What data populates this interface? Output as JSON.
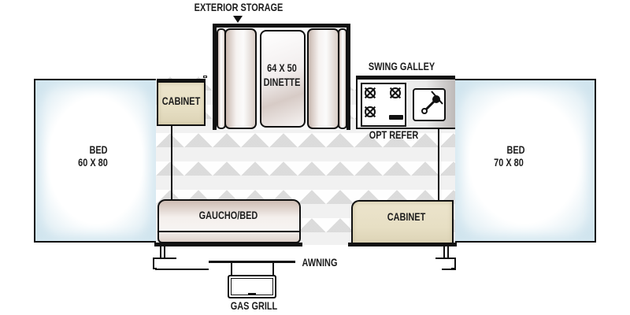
{
  "floorplan": {
    "title": "Pop-up camper floor plan",
    "colors": {
      "bed_fill": "#bcd8e6",
      "cabinet_fill": "#e7dfc4",
      "cushion_fill": "#c9b8b0",
      "wall": "#111111",
      "floor": "#f1f1f1"
    },
    "labels": {
      "exterior_storage": "EXTERIOR STORAGE",
      "dinette_size": "64 X 50",
      "dinette": "DINETTE",
      "swing_galley": "SWING GALLEY",
      "opt_refer": "OPT REFER",
      "cabinet_top": "CABINET",
      "cabinet_bottom": "CABINET",
      "bed_left_title": "BED",
      "bed_left_size": "60 X 80",
      "bed_right_title": "BED",
      "bed_right_size": "70 X 80",
      "gaucho_bed": "GAUCHO/BED",
      "awning": "AWNING",
      "gas_grill": "GAS GRILL"
    }
  }
}
